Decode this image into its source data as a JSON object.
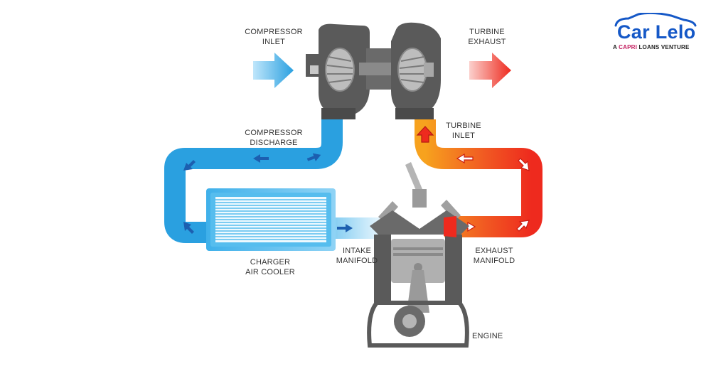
{
  "labels": {
    "compressor_inlet": "COMPRESSOR\nINLET",
    "turbine_exhaust": "TURBINE\nEXHAUST",
    "compressor_discharge": "COMPRESSOR\nDISCHARGE",
    "turbine_inlet": "TURBINE\nINLET",
    "charger_air_cooler": "CHARGER\nAIR COOLER",
    "intake_manifold": "INTAKE\nMANIFOLD",
    "exhaust_manifold": "EXHAUST\nMANIFOLD",
    "engine": "ENGINE"
  },
  "brand": {
    "name": "Car Lelo",
    "tagline_prefix": "A",
    "tagline_capri": "CAPRI",
    "tagline_rest": "LOANS VENTURE"
  },
  "colors": {
    "cold_air": "#2aa0e0",
    "hot_exhaust": "#ee2a1e",
    "metal": "#5a5a5a",
    "metal_light": "#a8a8a8",
    "brand_blue": "#1558c7",
    "brand_pink": "#c2185b"
  }
}
